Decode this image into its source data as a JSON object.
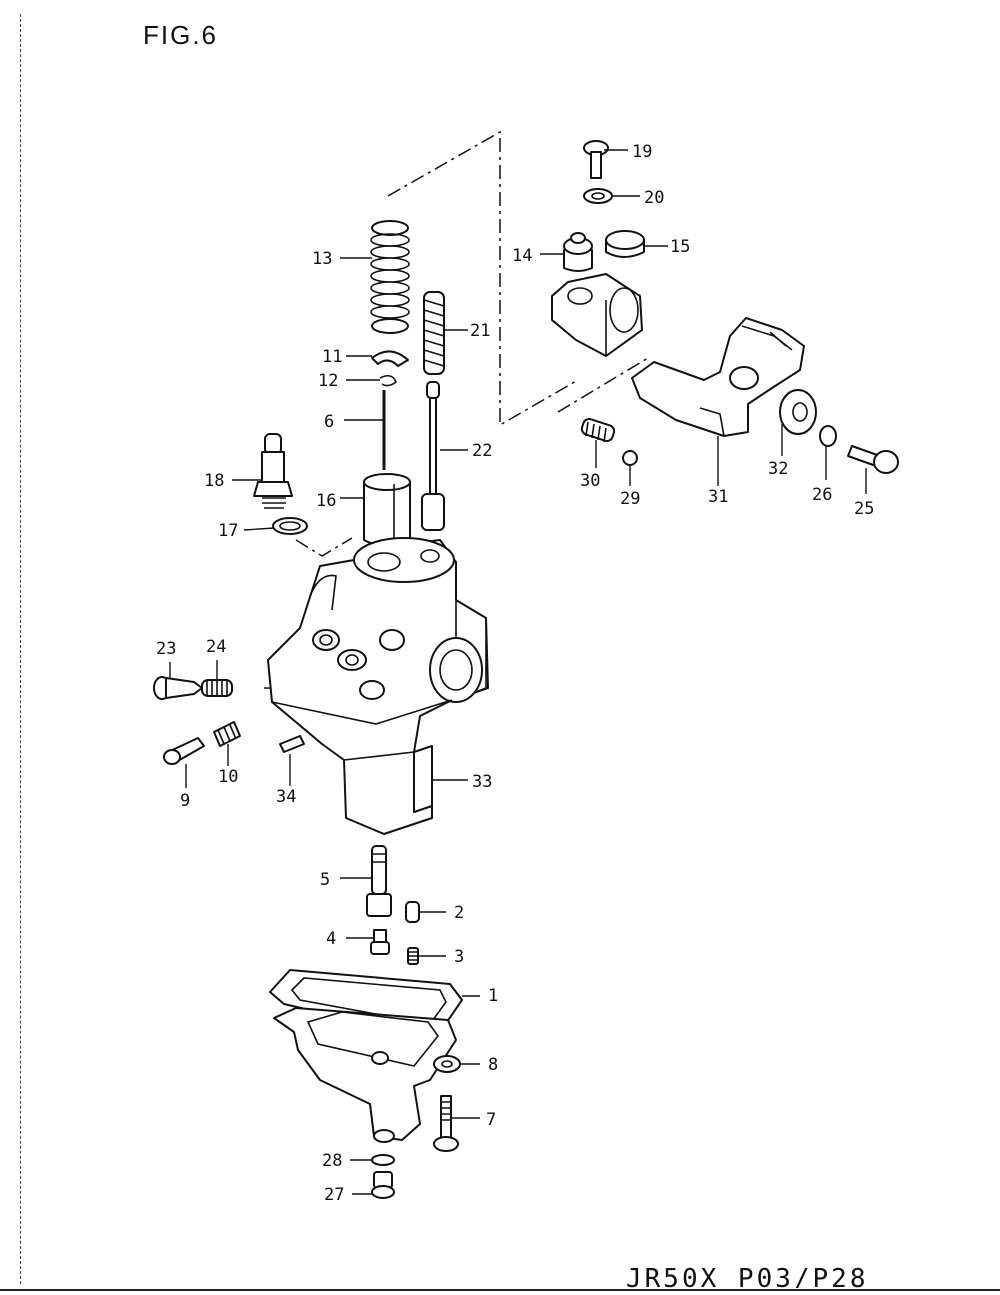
{
  "figure": {
    "title": "FIG.6",
    "footer": "JR50X P03/P28"
  },
  "colors": {
    "ink": "#111111",
    "paper": "#ffffff"
  },
  "callouts": {
    "c1": "1",
    "c2": "2",
    "c3": "3",
    "c4": "4",
    "c5": "5",
    "c6": "6",
    "c7": "7",
    "c8": "8",
    "c9": "9",
    "c10": "10",
    "c11": "11",
    "c12": "12",
    "c13": "13",
    "c14": "14",
    "c15": "15",
    "c16": "16",
    "c17": "17",
    "c18": "18",
    "c19": "19",
    "c20": "20",
    "c21": "21",
    "c22": "22",
    "c23": "23",
    "c24": "24",
    "c25": "25",
    "c26": "26",
    "c27": "27",
    "c28": "28",
    "c29": "29",
    "c30": "30",
    "c31": "31",
    "c32": "32",
    "c33": "33",
    "c34": "34"
  }
}
